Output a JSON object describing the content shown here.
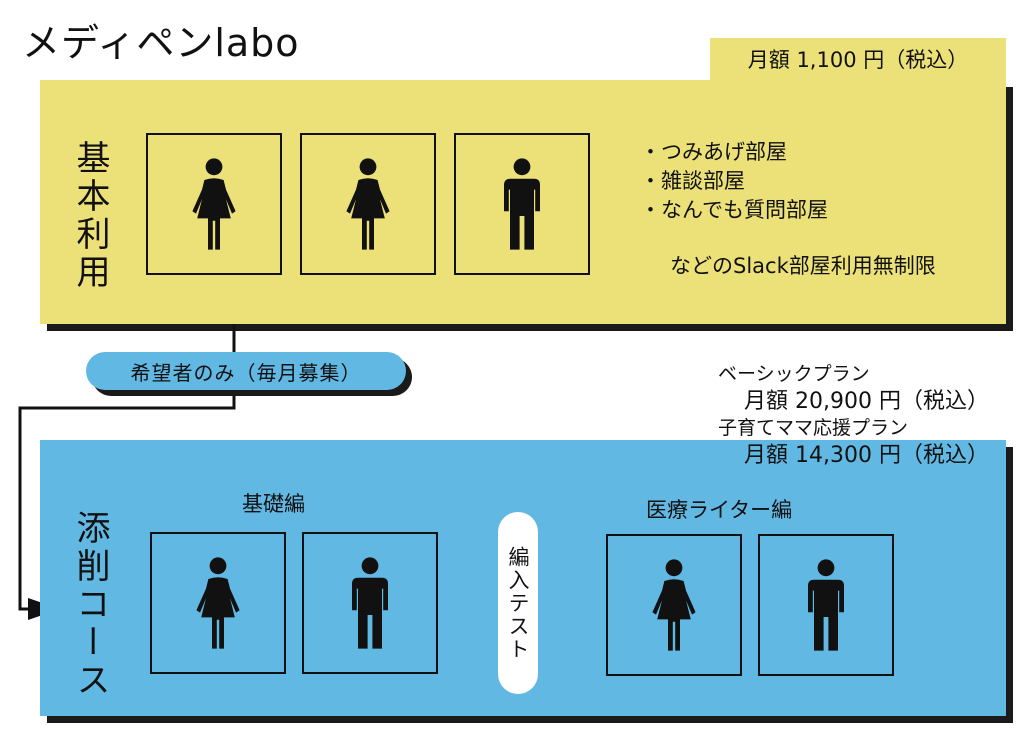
{
  "title": "メディペンlabo",
  "basic": {
    "price": "月額 1,100 円（税込）",
    "label": "基本利用",
    "rooms": [
      "・つみあげ部屋",
      "・雑談部屋",
      "・なんでも質問部屋"
    ],
    "note": "などのSlack部屋利用無制限",
    "members": [
      "female-icon",
      "female-icon",
      "male-icon"
    ]
  },
  "connector": {
    "pill": "希望者のみ（毎月募集）"
  },
  "course": {
    "label": "添削コース",
    "plans": [
      {
        "name": "ベーシックプラン",
        "price": "月額 20,900 円（税込）"
      },
      {
        "name": "子育てママ応援プラン",
        "price": "月額 14,300 円（税込）"
      }
    ],
    "stage1": {
      "label": "基礎編",
      "members": [
        "female-icon",
        "male-icon"
      ]
    },
    "test": "編入テスト",
    "stage2": {
      "label": "医療ライター編",
      "members": [
        "female-icon",
        "male-icon"
      ]
    }
  },
  "colors": {
    "yellow": "#ece079",
    "blue": "#61b8e3",
    "ink": "#111111"
  }
}
